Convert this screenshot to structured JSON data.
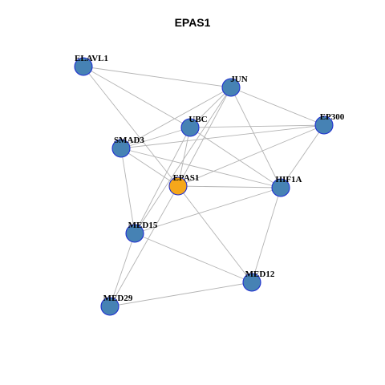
{
  "title": "EPAS1",
  "colors": {
    "node_fill": "#4682b4",
    "node_border": "#1f2fd1",
    "center_fill": "#f5a71b",
    "edge": "#b3b3b3"
  },
  "nodes": [
    {
      "id": "ELAVL1",
      "label": "ELAVL1",
      "center": false
    },
    {
      "id": "JUN",
      "label": "JUN",
      "center": false
    },
    {
      "id": "UBC",
      "label": "UBC",
      "center": false
    },
    {
      "id": "EP300",
      "label": "EP300",
      "center": false
    },
    {
      "id": "SMAD3",
      "label": "SMAD3",
      "center": false
    },
    {
      "id": "EPAS1",
      "label": "EPAS1",
      "center": true
    },
    {
      "id": "HIF1A",
      "label": "HIF1A",
      "center": false
    },
    {
      "id": "MED15",
      "label": "MED15",
      "center": false
    },
    {
      "id": "MED12",
      "label": "MED12",
      "center": false
    },
    {
      "id": "MED29",
      "label": "MED29",
      "center": false
    }
  ],
  "edges": [
    [
      "ELAVL1",
      "JUN"
    ],
    [
      "ELAVL1",
      "UBC"
    ],
    [
      "ELAVL1",
      "EPAS1"
    ],
    [
      "JUN",
      "SMAD3"
    ],
    [
      "JUN",
      "UBC"
    ],
    [
      "JUN",
      "EP300"
    ],
    [
      "JUN",
      "HIF1A"
    ],
    [
      "JUN",
      "EPAS1"
    ],
    [
      "JUN",
      "MED15"
    ],
    [
      "UBC",
      "EP300"
    ],
    [
      "UBC",
      "SMAD3"
    ],
    [
      "UBC",
      "HIF1A"
    ],
    [
      "UBC",
      "EPAS1"
    ],
    [
      "UBC",
      "MED15"
    ],
    [
      "EP300",
      "SMAD3"
    ],
    [
      "EP300",
      "HIF1A"
    ],
    [
      "EP300",
      "EPAS1"
    ],
    [
      "SMAD3",
      "HIF1A"
    ],
    [
      "SMAD3",
      "EPAS1"
    ],
    [
      "SMAD3",
      "MED15"
    ],
    [
      "EPAS1",
      "HIF1A"
    ],
    [
      "EPAS1",
      "MED12"
    ],
    [
      "EPAS1",
      "MED29"
    ],
    [
      "HIF1A",
      "MED15"
    ],
    [
      "HIF1A",
      "MED12"
    ],
    [
      "MED15",
      "MED12"
    ],
    [
      "MED15",
      "MED29"
    ],
    [
      "MED12",
      "MED29"
    ]
  ]
}
